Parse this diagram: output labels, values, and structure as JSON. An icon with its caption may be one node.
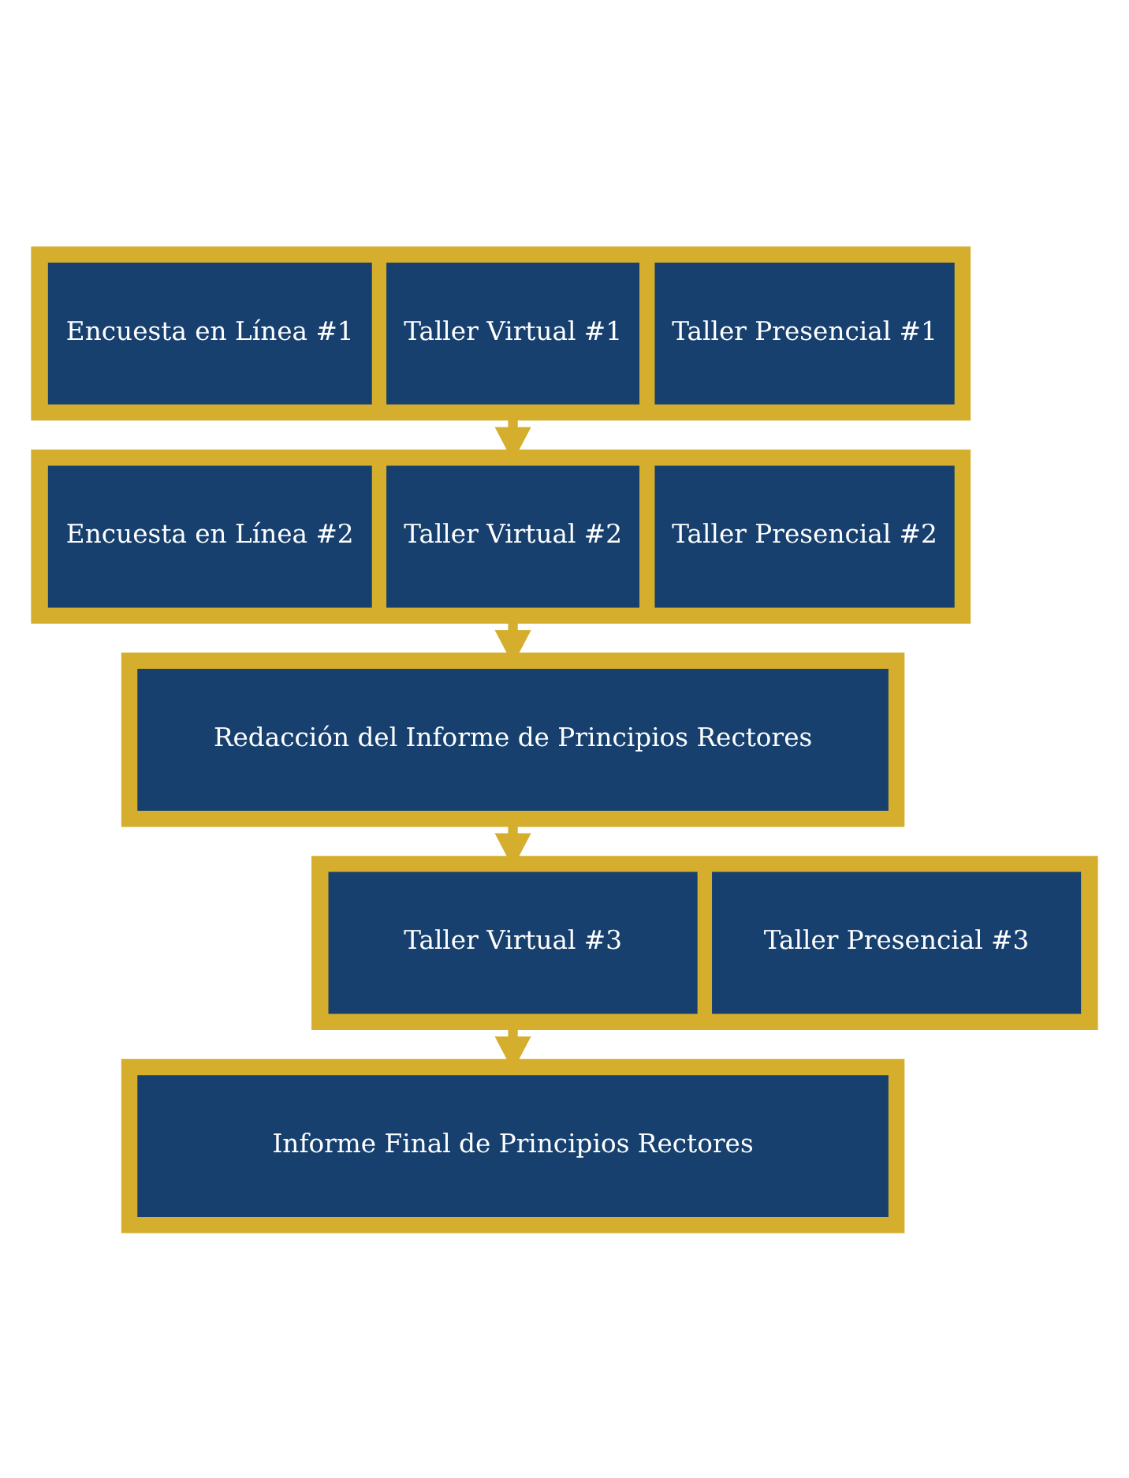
{
  "diagram": {
    "nodes": [
      {
        "text": [],
        "shape": "box"
      },
      {
        "text": [
          "Taller Presencial #1"
        ],
        "in": 0
      },
      {
        "text": [
          "Taller Virtual #1"
        ],
        "in": 0
      },
      {
        "text": [
          "Encuesta en Línea #1"
        ],
        "in": 0
      },
      {
        "text": [],
        "shape": "box"
      },
      {
        "text": [
          "Taller Presencial #2"
        ],
        "in": 4
      },
      {
        "text": [
          "Taller Virtual #2"
        ],
        "in": 4
      },
      {
        "text": [
          "Encuesta en Línea #2"
        ],
        "in": 4
      },
      {
        "text": [],
        "shape": "box"
      },
      {
        "text": [
          "Redacción del Informe de Principios Rectores"
        ],
        "in": 8
      },
      {
        "text": [],
        "shape": "box"
      },
      {
        "text": [
          "Taller Presencial #3"
        ],
        "in": 10
      },
      {
        "text": [
          "Taller Virtual #3"
        ],
        "in": 10
      },
      {
        "text": [],
        "shape": "box"
      },
      {
        "text": [
          "Informe Final de Principios Rectores"
        ],
        "in": 13
      }
    ],
    "edges": [
      {
        "from": 0,
        "to": 4,
        "arrow": "to"
      },
      {
        "from": 4,
        "to": 8,
        "arrow": "to"
      },
      {
        "from": 8,
        "to": 10,
        "arrow": "to"
      },
      {
        "from": 10,
        "to": 13,
        "arrow": "to"
      }
    ]
  }
}
